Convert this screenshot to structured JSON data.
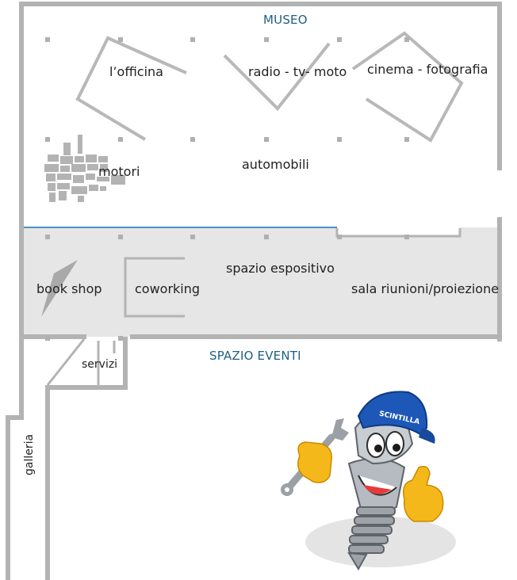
{
  "colors": {
    "wall": "#b3b3b3",
    "floor_light": "#e6e6e6",
    "accent_blue": "#1e5f86",
    "text": "#222222",
    "cap_blue": "#1d58b8",
    "glove_yellow": "#f5b81b",
    "metal": "#a7adb3"
  },
  "sections": {
    "museo": "MUSEO",
    "spazio_eventi": "SPAZIO EVENTI"
  },
  "rooms": {
    "officina": "l’officina",
    "radio_tv_moto": "radio - tv- moto",
    "cinema_fotografia": "cinema - fotografia",
    "motori": "motori",
    "automobili": "automobili",
    "spazio_espositivo": "spazio espositivo",
    "book_shop": "book shop",
    "coworking": "coworking",
    "sala_riunioni": "sala riunioni/proiezione",
    "servizi": "servizi",
    "galleria": "galleria"
  },
  "mascot": {
    "cap_text": "SCINTILLA",
    "icon": "spark-plug-mascot-icon"
  }
}
